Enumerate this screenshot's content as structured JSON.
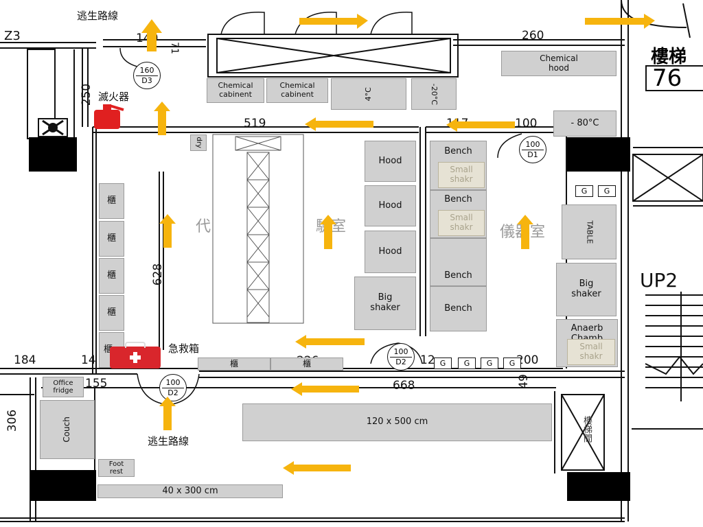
{
  "labels": {
    "escape_route_top": "逃生路線",
    "escape_route_bottom": "逃生路線",
    "fire_extinguisher": "滅火器",
    "first_aid": "急救箱",
    "room_left": "代",
    "room_left_suffix": "驗室",
    "room_right": "儀器室",
    "stairs_title": "樓梯",
    "stairs_number": "76",
    "stairs_up": "UP2",
    "corner_left": "Z3",
    "stairs_sign": "樓梯間"
  },
  "dimensions": {
    "d140": "140",
    "d260": "260",
    "d519": "519",
    "d117": "117",
    "d100": "100",
    "d250": "250",
    "d628": "628",
    "d184": "184",
    "d14": "14",
    "d155": "155",
    "d668": "668",
    "d49": "49",
    "d200": "200",
    "d306": "306",
    "d12": "12",
    "d71": "71",
    "d226": "226"
  },
  "doors": {
    "d3": {
      "size": "160",
      "id": "D3"
    },
    "d1": {
      "size": "100",
      "id": "D1"
    },
    "d2_inner": {
      "size": "100",
      "id": "D2"
    },
    "d2_outer": {
      "size": "100",
      "id": "D2"
    }
  },
  "equipment": {
    "chemical_cabinet_1": "Chemical\ncabinent",
    "chemical_cabinet_2": "Chemical\ncabinent",
    "fridge_4c": "4°C",
    "freezer_20c": "-20°C",
    "chemical_hood": "Chemical\nhood",
    "freezer_80c": "- 80°C",
    "dry": "dry",
    "hood_1": "Hood",
    "hood_2": "Hood",
    "hood_3": "Hood",
    "big_shaker_1": "Big\nshaker",
    "bench_1": "Bench",
    "bench_2": "Bench",
    "bench_3": "Bench",
    "bench_4": "Bench",
    "small_shaker_1": "Small\nshakr",
    "small_shaker_2": "Small\nshakr",
    "table": "TABLE",
    "big_shaker_2": "Big\nshaker",
    "anaerobic_chamber": "Anaerb\nChamb",
    "small_shaker_3": "Small\nshakr",
    "cabinet_1": "櫃",
    "cabinet_2": "櫃",
    "cabinet_3": "櫃",
    "cabinet_4": "櫃",
    "cabinet_5": "櫃",
    "bottom_cabinet_1": "櫃",
    "bottom_cabinet_2": "櫃",
    "office_fridge": "Office\nfridge",
    "couch": "Couch",
    "foot_rest": "Foot\nrest",
    "big_table": "120 x 500 cm",
    "small_table": "40 x 300 cm",
    "gas_label": "G"
  },
  "colors": {
    "arrow": "#f6b40e",
    "equipment": "#d0d0d0",
    "wall": "#000000",
    "extinguisher": "#e02020",
    "first_aid": "#d9262c"
  }
}
